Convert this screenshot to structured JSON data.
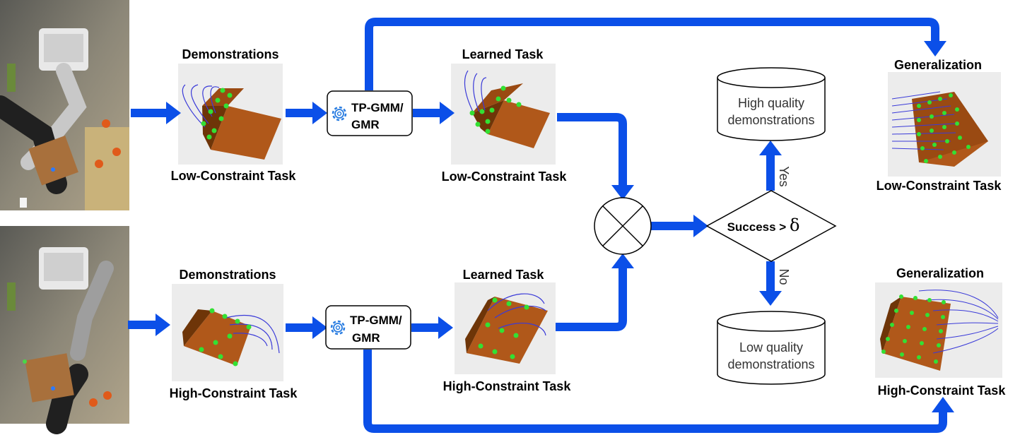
{
  "colors": {
    "arrow": "#0b4fe8",
    "cube_front": "#b0581a",
    "cube_top": "#9a4a12",
    "cube_side": "#6e3508",
    "points": "#33e033",
    "trajectories": "#3a3ad8",
    "panel_bg": "#ececec"
  },
  "rows": [
    {
      "demo_title": "Demonstrations",
      "demo_caption": "Low-Constraint Task",
      "model_line1": "TP-GMM/",
      "model_line2": "GMR",
      "learned_title": "Learned Task",
      "learned_caption": "Low-Constraint Task",
      "gen_title": "Generalization",
      "gen_caption": "Low-Constraint Task"
    },
    {
      "demo_title": "Demonstrations",
      "demo_caption": "High-Constraint Task",
      "model_line1": "TP-GMM/",
      "model_line2": "GMR",
      "learned_title": "Learned Task",
      "learned_caption": "High-Constraint Task",
      "gen_title": "Generalization",
      "gen_caption": "High-Constraint Task"
    }
  ],
  "decision": {
    "label": "Success > ",
    "symbol": "δ",
    "yes": "Yes",
    "no": "No"
  },
  "stores": {
    "high_line1": "High quality",
    "high_line2": "demonstrations",
    "low_line1": "Low quality",
    "low_line2": "demonstrations"
  },
  "icons": [
    "gear-icon",
    "multiply-circle-icon",
    "database-icon"
  ]
}
